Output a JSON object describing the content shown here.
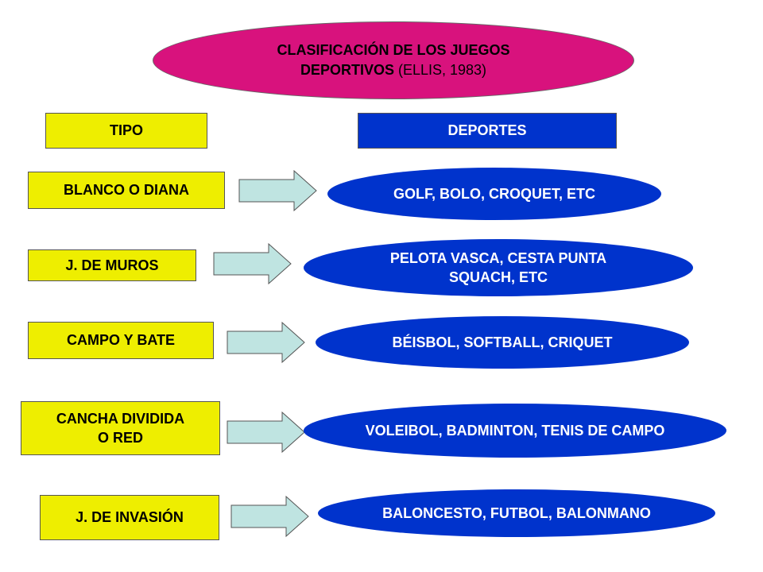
{
  "colors": {
    "title_fill": "#D8127D",
    "yellow_fill": "#EEEE00",
    "blue_fill": "#0033CC",
    "arrow_fill": "#BFE4E1"
  },
  "title": {
    "line1": "CLASIFICACIÓN DE LOS JUEGOS",
    "line2_bold": "DEPORTIVOS",
    "line2_normal": " (ELLIS, 1983)"
  },
  "headers": {
    "tipo": "TIPO",
    "deportes": "DEPORTES"
  },
  "rows": [
    {
      "type_lines": [
        "BLANCO O DIANA"
      ],
      "sports_lines": [
        "GOLF, BOLO, CROQUET, ETC"
      ]
    },
    {
      "type_lines": [
        "J. DE MUROS"
      ],
      "sports_lines": [
        "PELOTA VASCA, CESTA PUNTA",
        "SQUACH, ETC"
      ]
    },
    {
      "type_lines": [
        "CAMPO Y BATE"
      ],
      "sports_lines": [
        "BÉISBOL, SOFTBALL, CRIQUET"
      ]
    },
    {
      "type_lines": [
        "CANCHA DIVIDIDA",
        "O RED"
      ],
      "sports_lines": [
        "VOLEIBOL, BADMINTON, TENIS DE CAMPO"
      ]
    },
    {
      "type_lines": [
        "J. DE INVASIÓN"
      ],
      "sports_lines": [
        "BALONCESTO, FUTBOL, BALONMANO"
      ]
    }
  ],
  "icons": {
    "row_connector": "right-arrow-icon"
  }
}
